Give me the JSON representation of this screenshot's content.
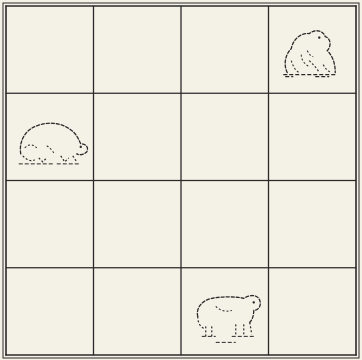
{
  "board": {
    "rows": 4,
    "cols": 4,
    "paper_color": "#f4f1e6",
    "ink_color": "#2a2a2a",
    "pieces": [
      {
        "name": "bear-piece-top-right",
        "row": 0,
        "col": 3,
        "icon": "sitting-bear-icon"
      },
      {
        "name": "bear-piece-left",
        "row": 1,
        "col": 0,
        "icon": "walking-bear-icon"
      },
      {
        "name": "bear-piece-bottom",
        "row": 3,
        "col": 2,
        "icon": "standing-bear-icon"
      }
    ]
  }
}
